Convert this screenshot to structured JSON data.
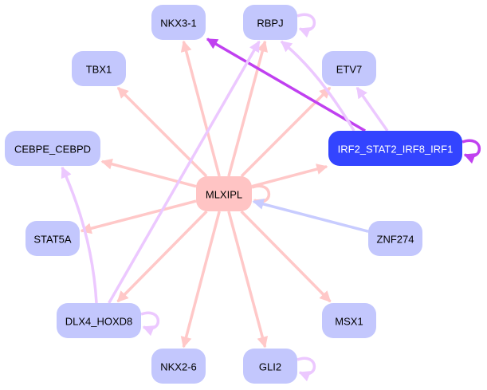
{
  "graph": {
    "title": "",
    "colors": {
      "node_default": "#c3c7fd",
      "node_hub": "#ffc4c4",
      "node_highlight": "#3344ff",
      "text_default": "#000000",
      "text_highlight": "#ffffff",
      "edge_pink": "#ffc8c8",
      "edge_lavender": "#ecc8ff",
      "edge_purple": "#c040f0",
      "edge_blue": "#c8ccff"
    },
    "nodes": [
      {
        "id": "NKX3-1",
        "label": "NKX3-1",
        "style": "default"
      },
      {
        "id": "RBPJ",
        "label": "RBPJ",
        "style": "default"
      },
      {
        "id": "TBX1",
        "label": "TBX1",
        "style": "default"
      },
      {
        "id": "ETV7",
        "label": "ETV7",
        "style": "default"
      },
      {
        "id": "CEBPE_CEBPD",
        "label": "CEBPE_CEBPD",
        "style": "default"
      },
      {
        "id": "IRF2_STAT2_IRF8_IRF1",
        "label": "IRF2_STAT2_IRF8_IRF1",
        "style": "highlight"
      },
      {
        "id": "MLXIPL",
        "label": "MLXIPL",
        "style": "hub"
      },
      {
        "id": "STAT5A",
        "label": "STAT5A",
        "style": "default"
      },
      {
        "id": "ZNF274",
        "label": "ZNF274",
        "style": "default"
      },
      {
        "id": "DLX4_HOXD8",
        "label": "DLX4_HOXD8",
        "style": "default"
      },
      {
        "id": "MSX1",
        "label": "MSX1",
        "style": "default"
      },
      {
        "id": "NKX2-6",
        "label": "NKX2-6",
        "style": "default"
      },
      {
        "id": "GLI2",
        "label": "GLI2",
        "style": "default"
      }
    ],
    "edges": [
      {
        "source": "MLXIPL",
        "target": "NKX3-1",
        "color": "edge_pink"
      },
      {
        "source": "MLXIPL",
        "target": "RBPJ",
        "color": "edge_pink"
      },
      {
        "source": "MLXIPL",
        "target": "TBX1",
        "color": "edge_pink"
      },
      {
        "source": "MLXIPL",
        "target": "ETV7",
        "color": "edge_pink"
      },
      {
        "source": "MLXIPL",
        "target": "CEBPE_CEBPD",
        "color": "edge_pink"
      },
      {
        "source": "MLXIPL",
        "target": "IRF2_STAT2_IRF8_IRF1",
        "color": "edge_pink"
      },
      {
        "source": "MLXIPL",
        "target": "STAT5A",
        "color": "edge_pink"
      },
      {
        "source": "MLXIPL",
        "target": "DLX4_HOXD8",
        "color": "edge_pink"
      },
      {
        "source": "MLXIPL",
        "target": "MSX1",
        "color": "edge_pink"
      },
      {
        "source": "MLXIPL",
        "target": "NKX2-6",
        "color": "edge_pink"
      },
      {
        "source": "MLXIPL",
        "target": "GLI2",
        "color": "edge_pink"
      },
      {
        "source": "MLXIPL",
        "target": "MLXIPL",
        "color": "edge_pink"
      },
      {
        "source": "ZNF274",
        "target": "MLXIPL",
        "color": "edge_blue"
      },
      {
        "source": "IRF2_STAT2_IRF8_IRF1",
        "target": "NKX3-1",
        "color": "edge_purple"
      },
      {
        "source": "IRF2_STAT2_IRF8_IRF1",
        "target": "RBPJ",
        "color": "edge_lavender"
      },
      {
        "source": "IRF2_STAT2_IRF8_IRF1",
        "target": "ETV7",
        "color": "edge_lavender"
      },
      {
        "source": "IRF2_STAT2_IRF8_IRF1",
        "target": "IRF2_STAT2_IRF8_IRF1",
        "color": "edge_purple"
      },
      {
        "source": "DLX4_HOXD8",
        "target": "RBPJ",
        "color": "edge_lavender"
      },
      {
        "source": "DLX4_HOXD8",
        "target": "CEBPE_CEBPD",
        "color": "edge_lavender"
      },
      {
        "source": "DLX4_HOXD8",
        "target": "DLX4_HOXD8",
        "color": "edge_lavender"
      },
      {
        "source": "RBPJ",
        "target": "RBPJ",
        "color": "edge_lavender"
      },
      {
        "source": "GLI2",
        "target": "GLI2",
        "color": "edge_lavender"
      }
    ]
  }
}
